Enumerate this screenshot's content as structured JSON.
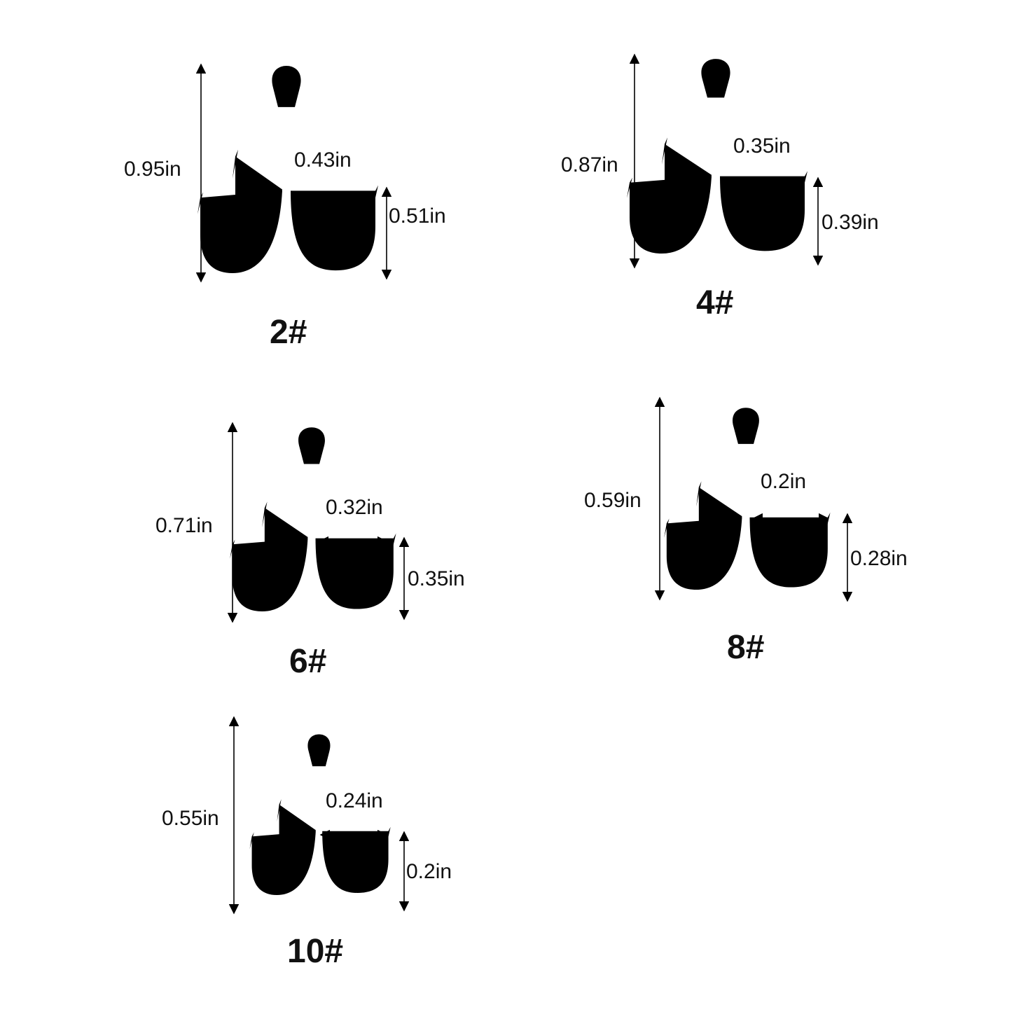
{
  "hooks": [
    {
      "size": "2#",
      "length": "0.95in",
      "gap": "0.43in",
      "point": "0.51in"
    },
    {
      "size": "4#",
      "length": "0.87in",
      "gap": "0.35in",
      "point": "0.39in"
    },
    {
      "size": "6#",
      "length": "0.71in",
      "gap": "0.32in",
      "point": "0.35in"
    },
    {
      "size": "8#",
      "length": "0.59in",
      "gap": "0.2in",
      "point": "0.28in"
    },
    {
      "size": "10#",
      "length": "0.55in",
      "gap": "0.24in",
      "point": "0.2in"
    }
  ],
  "icons": {
    "hook": "treble-hook-icon"
  }
}
